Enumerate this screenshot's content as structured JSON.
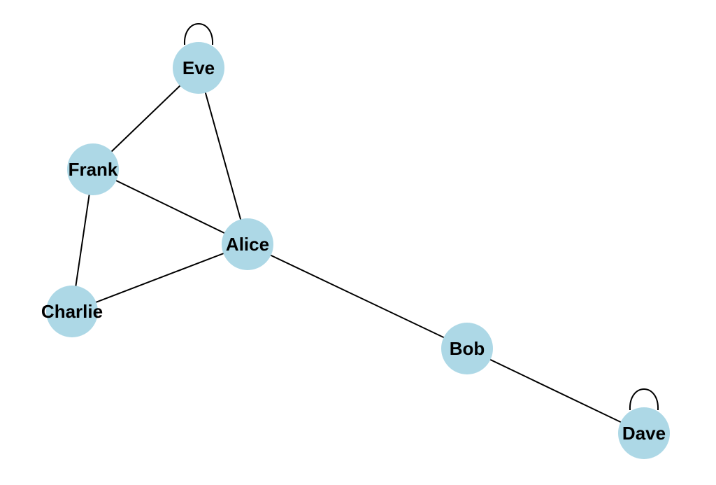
{
  "graph": {
    "node_color": "#add8e6",
    "edge_color": "#000000",
    "label_color": "#000000",
    "nodes": [
      {
        "id": "Alice",
        "label": "Alice"
      },
      {
        "id": "Bob",
        "label": "Bob"
      },
      {
        "id": "Charlie",
        "label": "Charlie"
      },
      {
        "id": "Dave",
        "label": "Dave"
      },
      {
        "id": "Eve",
        "label": "Eve"
      },
      {
        "id": "Frank",
        "label": "Frank"
      }
    ],
    "edges": [
      {
        "source": "Eve",
        "target": "Frank"
      },
      {
        "source": "Eve",
        "target": "Alice"
      },
      {
        "source": "Frank",
        "target": "Alice"
      },
      {
        "source": "Frank",
        "target": "Charlie"
      },
      {
        "source": "Charlie",
        "target": "Alice"
      },
      {
        "source": "Alice",
        "target": "Bob"
      },
      {
        "source": "Bob",
        "target": "Dave"
      },
      {
        "source": "Eve",
        "target": "Eve"
      },
      {
        "source": "Dave",
        "target": "Dave"
      }
    ]
  }
}
